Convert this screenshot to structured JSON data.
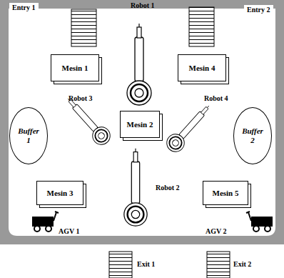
{
  "diagram": {
    "nodes": [
      {
        "text": [
          "Mesin 1"
        ]
      },
      {
        "text": [
          "Mesin 4"
        ]
      },
      {
        "text": [
          "Buffer 1"
        ]
      },
      {
        "text": [
          "Mesin 2"
        ]
      },
      {
        "text": [
          "Buffer 2"
        ]
      },
      {
        "text": [
          "Mesin 3"
        ]
      },
      {
        "text": [
          "Mesin 5"
        ]
      }
    ],
    "labels": [
      "Entry 1",
      "Robot 1",
      "Entry 2",
      "Robot 3",
      "Robot 4",
      "Robot 2",
      "AGV 1",
      "AGV 2",
      "Exit 1",
      "Exit 2"
    ]
  }
}
